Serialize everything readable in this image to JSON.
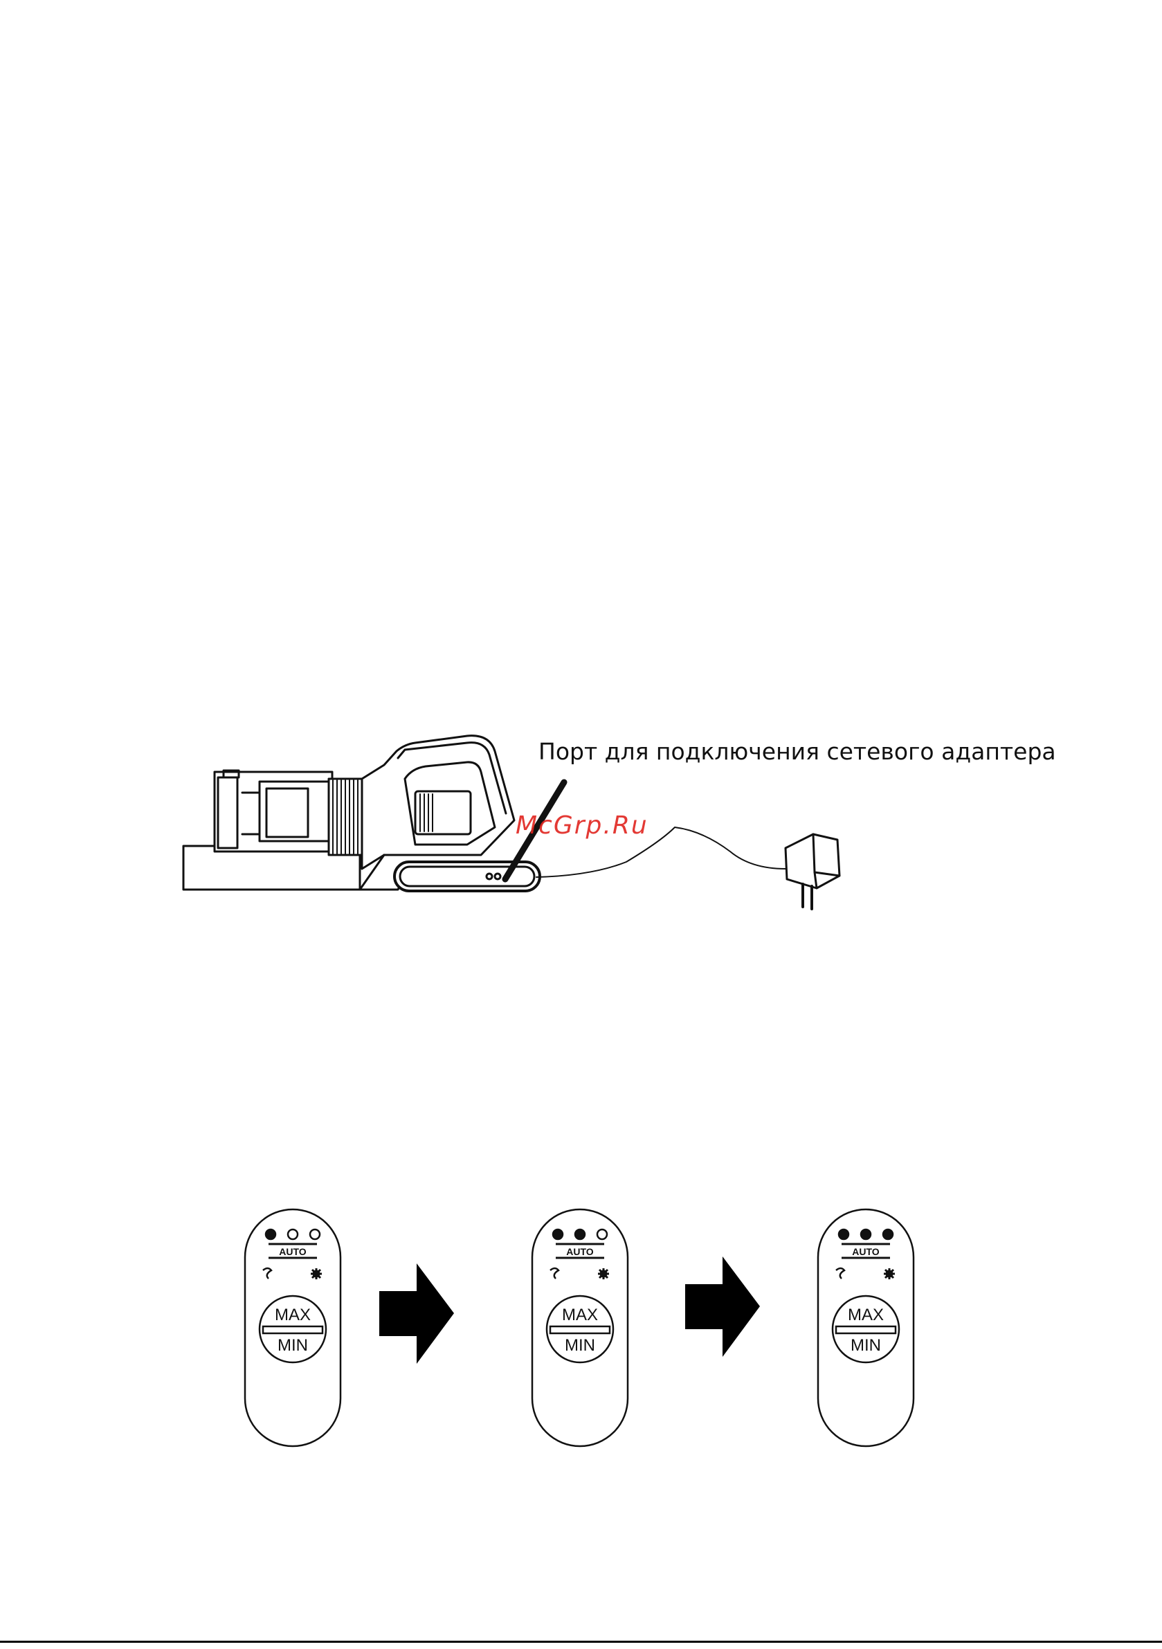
{
  "figure1": {
    "caption": "Порт для подключения сетевого адаптера",
    "watermark": "McGrp.Ru"
  },
  "panels": [
    {
      "leds_on": 1,
      "auto_label": "AUTO",
      "max_label": "MAX",
      "min_label": "MIN"
    },
    {
      "leds_on": 2,
      "auto_label": "AUTO",
      "max_label": "MAX",
      "min_label": "MIN"
    },
    {
      "leds_on": 3,
      "auto_label": "AUTO",
      "max_label": "MAX",
      "min_label": "MIN"
    }
  ],
  "colors": {
    "ink": "#111111",
    "watermark": "#e0241f"
  }
}
